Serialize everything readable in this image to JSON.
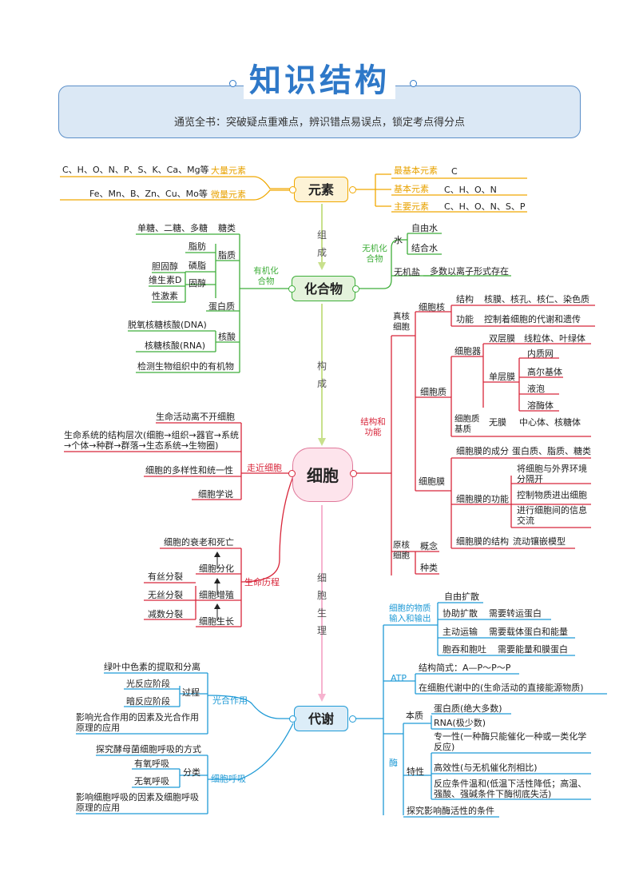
{
  "header": {
    "title": "知识结构",
    "subtitle": "通览全书：突破疑点重难点，辨识错点易误点，锁定考点得分点"
  },
  "colors": {
    "orange": "#f0a800",
    "green": "#3fae3a",
    "red": "#d8263a",
    "blue": "#1f9ad6",
    "pink": "#f6b3cf"
  },
  "nodes": {
    "yuansu": "元素",
    "huahewu": "化合物",
    "xibao": "细胞",
    "daixie": "代谢"
  },
  "links": {
    "zucheng": "组成",
    "goucheng": "构成",
    "shengli": "细胞生理"
  },
  "yuansu": {
    "daliang_label": "大量元素",
    "daliang_items": "C、H、O、N、P、S、K、Ca、Mg等",
    "weiliang_label": "微量元素",
    "weiliang_items": "Fe、Mn、B、Zn、Cu、Mo等",
    "zuijiben_label": "最基本元素",
    "zuijiben_items": "C",
    "jiben_label": "基本元素",
    "jiben_items": "C、H、O、N",
    "zhuyao_label": "主要元素",
    "zhuyao_items": "C、H、O、N、S、P"
  },
  "huahewu": {
    "youji_label": "有机化合物",
    "tanglei": "糖类",
    "tanglei_items": "单糖、二糖、多糖",
    "zhizhi": "脂质",
    "zhifang": "脂肪",
    "linzhi": "磷脂",
    "guchun": "固醇",
    "danguchun": "胆固醇",
    "weishengsu": "维生素D",
    "xingjisu": "性激素",
    "danbaizhi": "蛋白质",
    "hesuan": "核酸",
    "dna": "脱氧核糖核酸(DNA)",
    "rna": "核糖核酸(RNA)",
    "jiance": "检测生物组织中的有机物",
    "wuji_label": "无机化合物",
    "shui": "水",
    "ziyoushui": "自由水",
    "jiehe": "结合水",
    "wujiyan": "无机盐",
    "lizi": "多数以离子形式存在"
  },
  "jinjin": {
    "label": "走近细胞",
    "items": [
      "生命活动离不开细胞",
      "生命系统的结构层次(细胞→组织→器官→系统→个体→种群→群落→生态系统→生物圈)",
      "细胞的多样性和统一性",
      "细胞学说"
    ]
  },
  "licheng": {
    "label": "生命历程",
    "shuailao": "细胞的衰老和死亡",
    "fenhua": "细胞分化",
    "zengzhi": "细胞增殖",
    "shengzhang": "细胞生长",
    "yousi": "有丝分裂",
    "wusi": "无丝分裂",
    "jianshu": "减数分裂"
  },
  "jiegou": {
    "label": "结构和功能",
    "zhenhe": "真核细胞",
    "xibaohe": "细胞核",
    "jiegou_label": "结构",
    "jiegou_items": "核膜、核孔、核仁、染色质",
    "gongneng_label": "功能",
    "gongneng_items": "控制着细胞的代谢和遗传",
    "xibaozhi": "细胞质",
    "xibaoqi": "细胞器",
    "shuangceng": "双层膜",
    "shuangceng_items": "线粒体、叶绿体",
    "danceng": "单层膜",
    "danceng_items": [
      "内质网",
      "高尔基体",
      "液泡",
      "溶酶体"
    ],
    "jizhi": "细胞质基质",
    "wumo": "无膜",
    "wumo_items": "中心体、核糖体",
    "xibaomo": "细胞膜",
    "chengfen": "细胞膜的成分",
    "chengfen_items": "蛋白质、脂质、糖类",
    "mo_gongneng": "细胞膜的功能",
    "mo_gongneng_items": [
      "将细胞与外界环境分隔开",
      "控制物质进出细胞",
      "进行细胞间的信息交流"
    ],
    "mo_jiegou": "细胞膜的结构",
    "mo_jiegou_items": "流动镶嵌模型",
    "yuanhe": "原核细胞",
    "gainian": "概念",
    "zhonglei": "种类"
  },
  "daixie": {
    "shuchu_label": "细胞的物质输入和输出",
    "ziyou": "自由扩散",
    "xiezhu": "协助扩散",
    "xiezhu_note": "需要转运蛋白",
    "zhudong": "主动运输",
    "zhudong_note": "需要载体蛋白和能量",
    "baotun": "胞吞和胞吐",
    "baotun_note": "需要能量和膜蛋白",
    "atp_label": "ATP",
    "atp_jiegou": "结构简式：A—P～P～P",
    "atp_role": "在细胞代谢中的(生命活动的直接能源物质)",
    "mei_label": "酶",
    "benzhi": "本质",
    "benzhi_items": [
      "蛋白质(绝大多数)",
      "RNA(极少数)"
    ],
    "texing": "特性",
    "texing_items": [
      "专一性(一种酶只能催化一种或一类化学反应)",
      "高效性(与无机催化剂相比)",
      "反应条件温和(低温下活性降低；高温、强酸、强碱条件下酶彻底失活)"
    ],
    "tanjiu_mei": "探究影响酶活性的条件",
    "guanghe_label": "光合作用",
    "yelvsu": "绿叶中色素的提取和分离",
    "guoc": "过程",
    "guang": "光反应阶段",
    "an": "暗反应阶段",
    "guanghe_yinsu": "影响光合作用的因素及光合作用原理的应用",
    "huxi_label": "细胞呼吸",
    "jiaomu": "探究酵母菌细胞呼吸的方式",
    "fenlei": "分类",
    "youyang": "有氧呼吸",
    "wuyang": "无氧呼吸",
    "huxi_yinsu": "影响细胞呼吸的因素及细胞呼吸原理的应用"
  }
}
